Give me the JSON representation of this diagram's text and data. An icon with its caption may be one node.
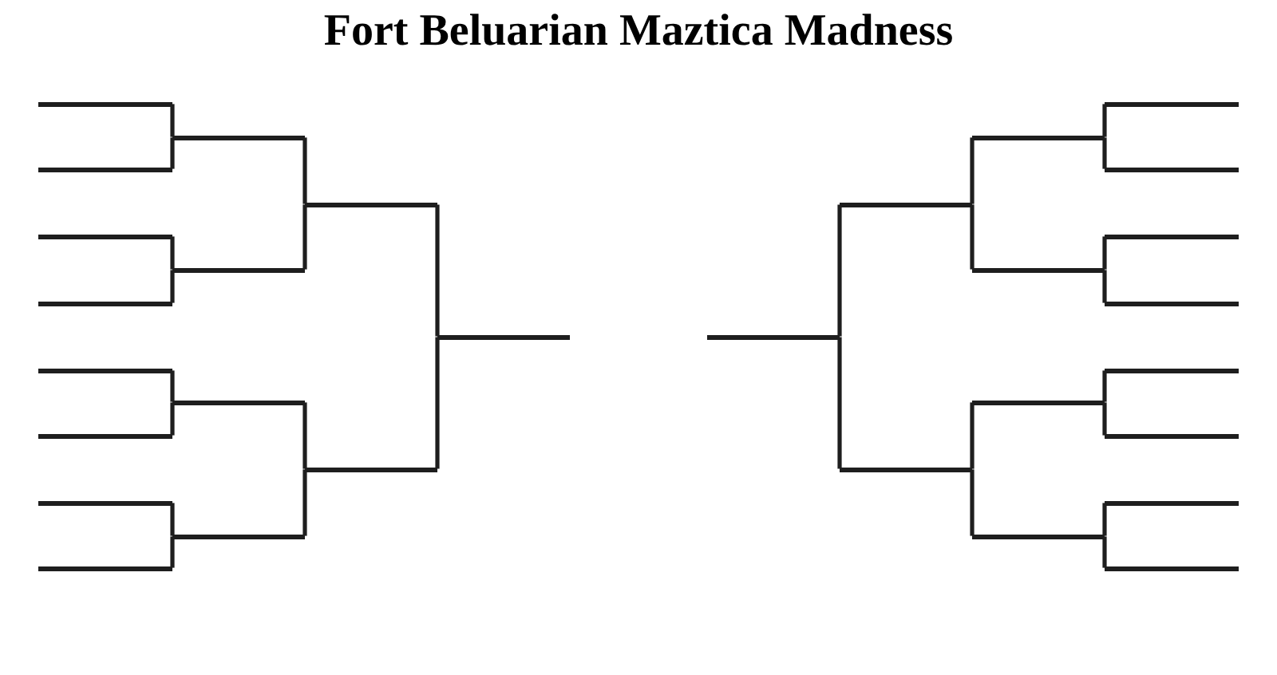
{
  "diagram": {
    "title": "Fort Beluarian Maztica Madness",
    "nodes": [
      {
        "text": [],
        "shape": "bar"
      },
      {
        "text": [],
        "shape": "bar"
      },
      {
        "text": [],
        "shape": "bar"
      },
      {
        "text": [],
        "shape": "bar"
      },
      {
        "text": [],
        "shape": "bar"
      },
      {
        "text": [],
        "shape": "bar"
      },
      {
        "text": [],
        "shape": "bar"
      },
      {
        "text": [],
        "shape": "bar"
      },
      {
        "text": [],
        "shape": "bar"
      },
      {
        "text": [],
        "shape": "bar"
      },
      {
        "text": [],
        "shape": "bar"
      },
      {
        "text": [],
        "shape": "bar"
      },
      {
        "text": [],
        "shape": "bar"
      },
      {
        "text": [],
        "shape": "bar"
      },
      {
        "text": [],
        "shape": "bar"
      },
      {
        "text": [],
        "shape": "bar"
      },
      {
        "text": [],
        "shape": "bar"
      },
      {
        "text": [],
        "shape": "bar"
      },
      {
        "text": [],
        "shape": "bar"
      },
      {
        "text": [],
        "shape": "bar"
      },
      {
        "text": [],
        "shape": "bar"
      },
      {
        "text": [],
        "shape": "bar"
      },
      {
        "text": [],
        "shape": "bar"
      },
      {
        "text": [],
        "shape": "bar"
      },
      {
        "text": [],
        "shape": "bar"
      },
      {
        "text": [],
        "shape": "bar"
      },
      {
        "text": [],
        "shape": "bar"
      },
      {
        "text": [],
        "shape": "bar"
      },
      {
        "text": [],
        "shape": "bar"
      },
      {
        "text": [],
        "shape": "bar"
      }
    ],
    "edges": [
      {
        "from": 0,
        "to": 8,
        "arrow": "none"
      },
      {
        "from": 1,
        "to": 8,
        "arrow": "none"
      },
      {
        "from": 2,
        "to": 9,
        "arrow": "none"
      },
      {
        "from": 3,
        "to": 9,
        "arrow": "none"
      },
      {
        "from": 4,
        "to": 10,
        "arrow": "none"
      },
      {
        "from": 5,
        "to": 10,
        "arrow": "none"
      },
      {
        "from": 6,
        "to": 11,
        "arrow": "none"
      },
      {
        "from": 7,
        "to": 11,
        "arrow": "none"
      },
      {
        "from": 8,
        "to": 12,
        "arrow": "none"
      },
      {
        "from": 9,
        "to": 12,
        "arrow": "none"
      },
      {
        "from": 10,
        "to": 13,
        "arrow": "none"
      },
      {
        "from": 11,
        "to": 13,
        "arrow": "none"
      },
      {
        "from": 12,
        "to": 14,
        "arrow": "none"
      },
      {
        "from": 13,
        "to": 14,
        "arrow": "none"
      },
      {
        "from": 16,
        "to": 15,
        "arrow": "none"
      },
      {
        "from": 17,
        "to": 15,
        "arrow": "none"
      },
      {
        "from": 18,
        "to": 16,
        "arrow": "none"
      },
      {
        "from": 19,
        "to": 16,
        "arrow": "none"
      },
      {
        "from": 20,
        "to": 17,
        "arrow": "none"
      },
      {
        "from": 21,
        "to": 17,
        "arrow": "none"
      },
      {
        "from": 22,
        "to": 18,
        "arrow": "none"
      },
      {
        "from": 23,
        "to": 18,
        "arrow": "none"
      },
      {
        "from": 24,
        "to": 19,
        "arrow": "none"
      },
      {
        "from": 25,
        "to": 19,
        "arrow": "none"
      },
      {
        "from": 26,
        "to": 20,
        "arrow": "none"
      },
      {
        "from": 27,
        "to": 20,
        "arrow": "none"
      },
      {
        "from": 28,
        "to": 21,
        "arrow": "none"
      },
      {
        "from": 29,
        "to": 21,
        "arrow": "none"
      }
    ]
  }
}
